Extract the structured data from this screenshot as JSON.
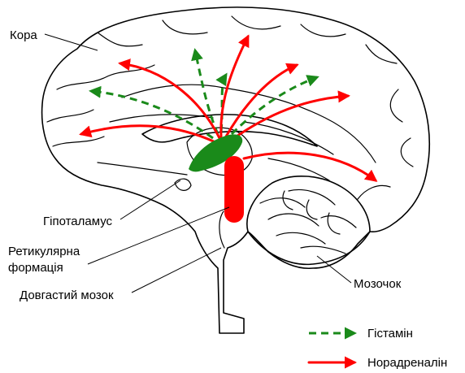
{
  "labels": {
    "cortex": "Кора",
    "hypothalamus": "Гіпоталамус",
    "reticular_line1": "Ретикулярна",
    "reticular_line2": "формація",
    "medulla": "Довгастий мозок",
    "cerebellum": "Мозочок"
  },
  "legend": {
    "histamine": "Гістамін",
    "noradrenaline": "Норадреналін"
  },
  "colors": {
    "noradrenaline": "#ff0000",
    "histamine": "#1a8a1a",
    "outline": "#000000"
  }
}
